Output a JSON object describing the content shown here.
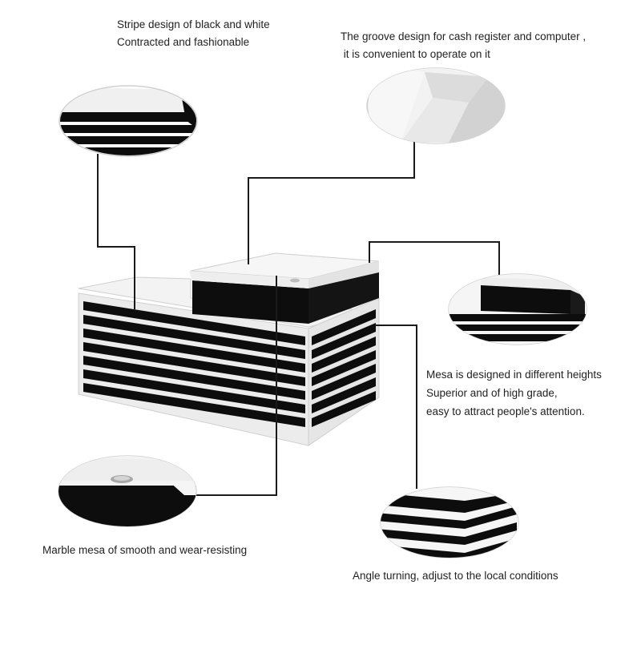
{
  "callouts": {
    "stripe": {
      "lines": [
        "Stripe design of black and white",
        "Contracted and fashionable"
      ]
    },
    "groove": {
      "lines": [
        "The groove design for cash register and computer ,",
        " it is convenient to operate on it"
      ]
    },
    "mesa_height": {
      "lines": [
        "Mesa is designed in different heights",
        "Superior and of high grade,",
        "easy to attract people's attention."
      ]
    },
    "marble": {
      "lines": [
        "Marble mesa of smooth and wear-resisting"
      ]
    },
    "angle": {
      "lines": [
        "Angle turning, adjust to the local conditions"
      ]
    }
  },
  "colors": {
    "stripe_dark": "#0d0d0d",
    "surface_white": "#f4f4f4",
    "leader_line": "#1a1a1a"
  }
}
